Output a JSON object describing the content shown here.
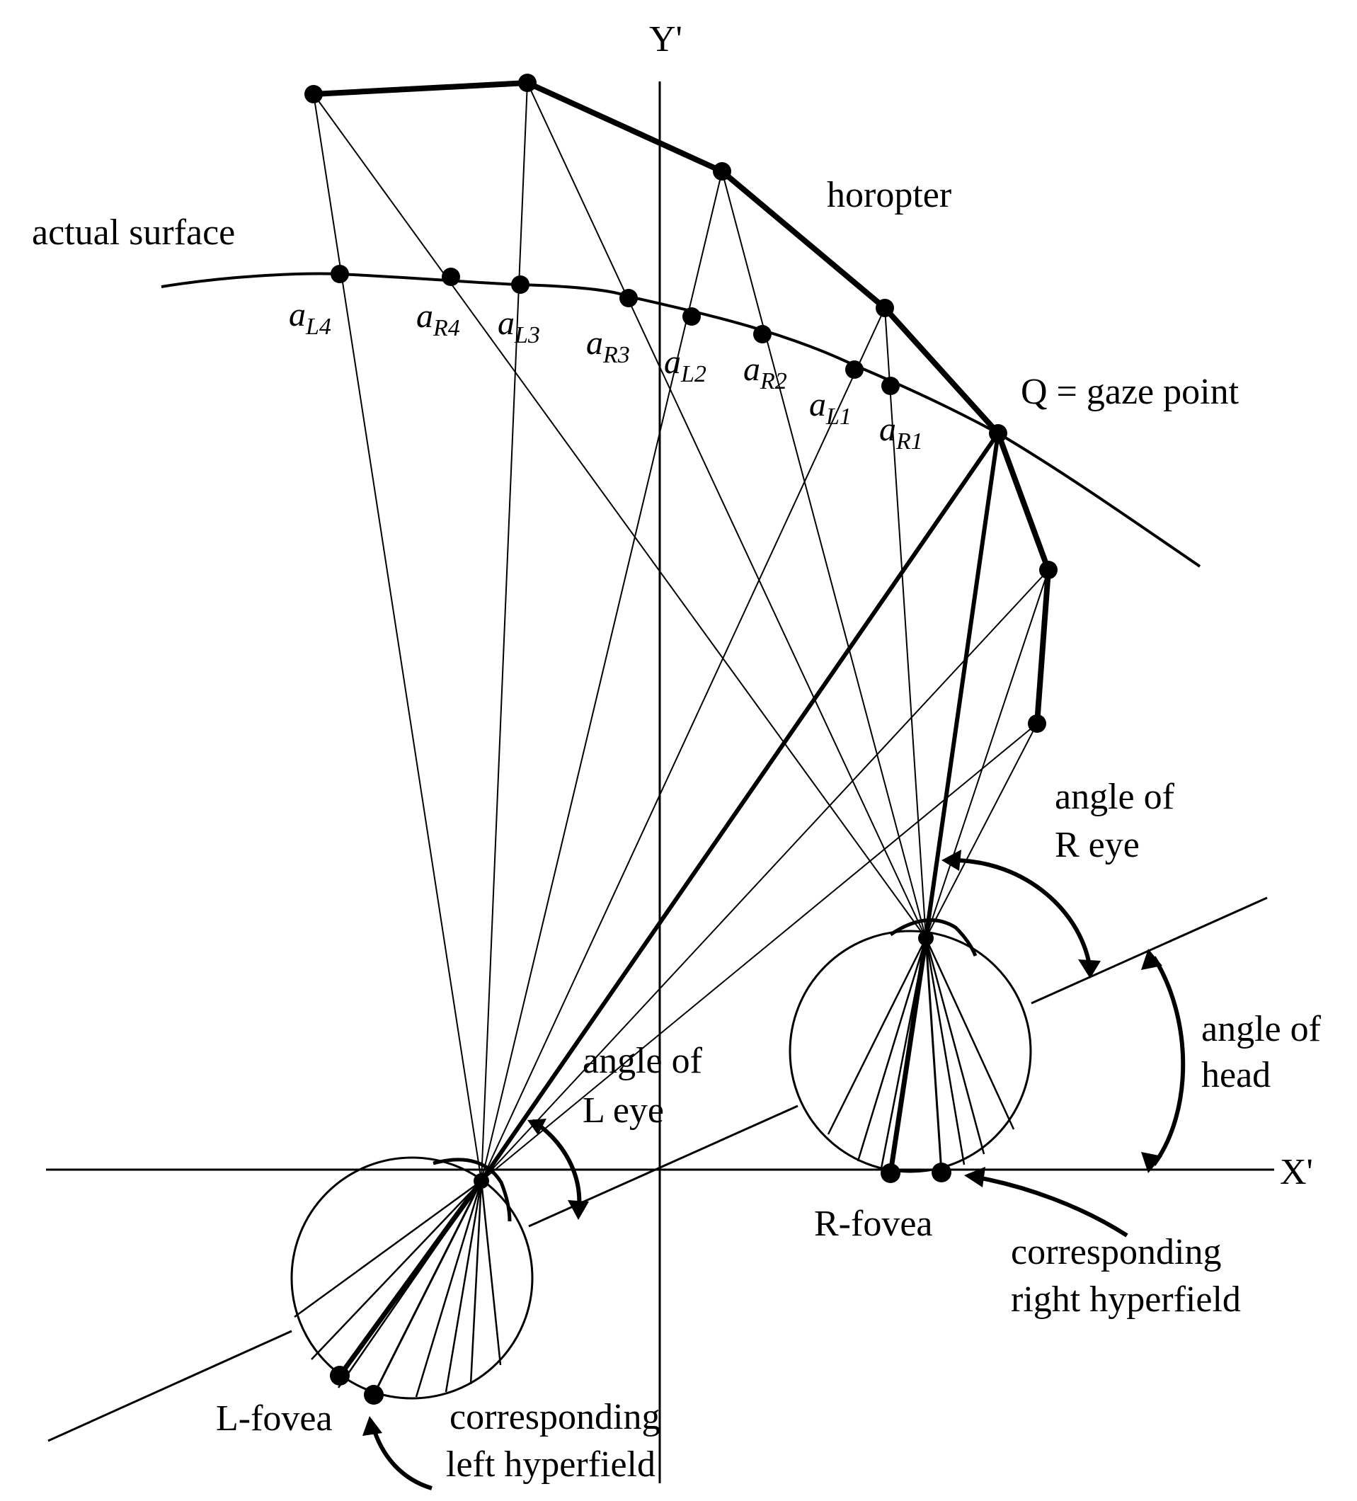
{
  "axes": {
    "y_label": "Y'",
    "x_label": "X'"
  },
  "labels": {
    "horopter": "horopter",
    "actual_surface": "actual surface",
    "gaze_point": "Q = gaze point",
    "angle_r_eye_1": "angle of",
    "angle_r_eye_2": "R eye",
    "angle_head_1": "angle of",
    "angle_head_2": "head",
    "angle_l_eye_1": "angle of",
    "angle_l_eye_2": "L eye",
    "r_fovea": "R-fovea",
    "l_fovea": "L-fovea",
    "right_hyperfield_1": "corresponding",
    "right_hyperfield_2": "right hyperfield",
    "left_hyperfield_1": "corresponding",
    "left_hyperfield_2": "left hyperfield"
  },
  "surface_points": [
    {
      "base": "a",
      "sub": "L4"
    },
    {
      "base": "a",
      "sub": "R4"
    },
    {
      "base": "a",
      "sub": "L3"
    },
    {
      "base": "a",
      "sub": "R3"
    },
    {
      "base": "a",
      "sub": "L2"
    },
    {
      "base": "a",
      "sub": "R2"
    },
    {
      "base": "a",
      "sub": "L1"
    },
    {
      "base": "a",
      "sub": "R1"
    }
  ]
}
